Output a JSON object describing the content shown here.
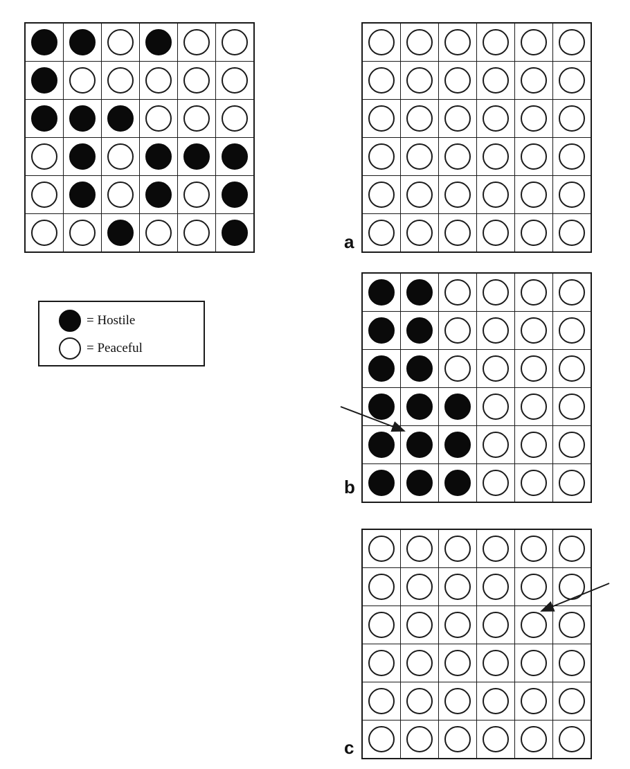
{
  "legend": {
    "hostile_label": "= Hostile",
    "peaceful_label": "= Peaceful"
  },
  "grids": {
    "main": {
      "label": "",
      "cells": [
        [
          "H",
          "H",
          "P",
          "H",
          "P",
          "P"
        ],
        [
          "H",
          "P",
          "P",
          "P",
          "P",
          "P"
        ],
        [
          "H",
          "H",
          "H",
          "P",
          "P",
          "P"
        ],
        [
          "P",
          "H",
          "P",
          "H",
          "H",
          "H"
        ],
        [
          "P",
          "H",
          "P",
          "H",
          "P",
          "H"
        ],
        [
          "P",
          "P",
          "H",
          "P",
          "P",
          "H"
        ]
      ]
    },
    "a": {
      "label": "a",
      "cells": [
        [
          "P",
          "P",
          "P",
          "P",
          "P",
          "P"
        ],
        [
          "P",
          "P",
          "P",
          "P",
          "P",
          "P"
        ],
        [
          "P",
          "P",
          "P",
          "P",
          "P",
          "P"
        ],
        [
          "P",
          "P",
          "P",
          "P",
          "P",
          "P"
        ],
        [
          "P",
          "P",
          "P",
          "P",
          "P",
          "P"
        ],
        [
          "P",
          "P",
          "P",
          "P",
          "P",
          "P"
        ]
      ]
    },
    "b": {
      "label": "b",
      "cells": [
        [
          "H",
          "H",
          "P",
          "P",
          "P",
          "P"
        ],
        [
          "H",
          "H",
          "P",
          "P",
          "P",
          "P"
        ],
        [
          "H",
          "H",
          "P",
          "P",
          "P",
          "P"
        ],
        [
          "H",
          "H",
          "H",
          "P",
          "P",
          "P"
        ],
        [
          "H",
          "H",
          "H",
          "P",
          "P",
          "P"
        ],
        [
          "H",
          "H",
          "H",
          "P",
          "P",
          "P"
        ]
      ],
      "arrow_target": {
        "row": 4,
        "col": 1
      }
    },
    "c": {
      "label": "c",
      "cells": [
        [
          "P",
          "P",
          "P",
          "P",
          "P",
          "P"
        ],
        [
          "P",
          "P",
          "P",
          "P",
          "P",
          "P"
        ],
        [
          "P",
          "P",
          "P",
          "P",
          "P",
          "P"
        ],
        [
          "P",
          "P",
          "P",
          "P",
          "P",
          "P"
        ],
        [
          "P",
          "P",
          "P",
          "P",
          "P",
          "P"
        ],
        [
          "P",
          "P",
          "P",
          "P",
          "P",
          "P"
        ]
      ],
      "arrow_target": {
        "row": 2,
        "col": 4
      }
    }
  },
  "colors": {
    "hostile": "#0a0a0a",
    "peaceful": "#ffffff",
    "line": "#1a1a1a"
  }
}
